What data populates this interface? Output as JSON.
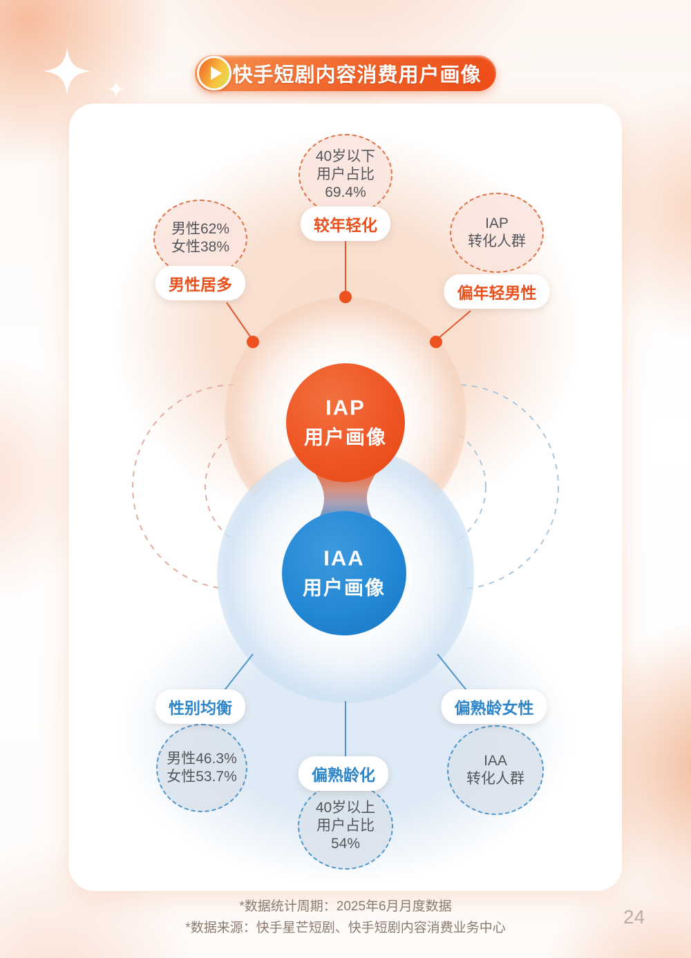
{
  "header": {
    "title": "快手短剧内容消费用户画像"
  },
  "diagram": {
    "iap": {
      "name": "IAP",
      "suffix": "用户画像"
    },
    "iaa": {
      "name": "IAA",
      "suffix": "用户画像"
    },
    "stats": {
      "top": {
        "l1": "40岁以下",
        "l2": "用户占比",
        "l3": "69.4%",
        "label": "较年轻化"
      },
      "left": {
        "l1": "男性62%",
        "l2": "女性38%",
        "label": "男性居多"
      },
      "right": {
        "l1": "IAP",
        "l2": "转化人群",
        "label": "偏年轻男性"
      },
      "bottom_left": {
        "l1": "男性46.3%",
        "l2": "女性53.7%",
        "label": "性别均衡"
      },
      "bottom_mid": {
        "l1": "40岁以上",
        "l2": "用户占比",
        "l3": "54%",
        "label": "偏熟龄化"
      },
      "bottom_right": {
        "l1": "IAA",
        "l2": "转化人群",
        "label": "偏熟龄女性"
      }
    }
  },
  "footnotes": {
    "line1": "*数据统计周期：2025年6月月度数据",
    "line2": "*数据来源：快手星芒短剧、快手短剧内容消费业务中心"
  },
  "page_number": "24",
  "colors": {
    "accent_orange": "#EE5122",
    "accent_blue": "#2387D4"
  }
}
